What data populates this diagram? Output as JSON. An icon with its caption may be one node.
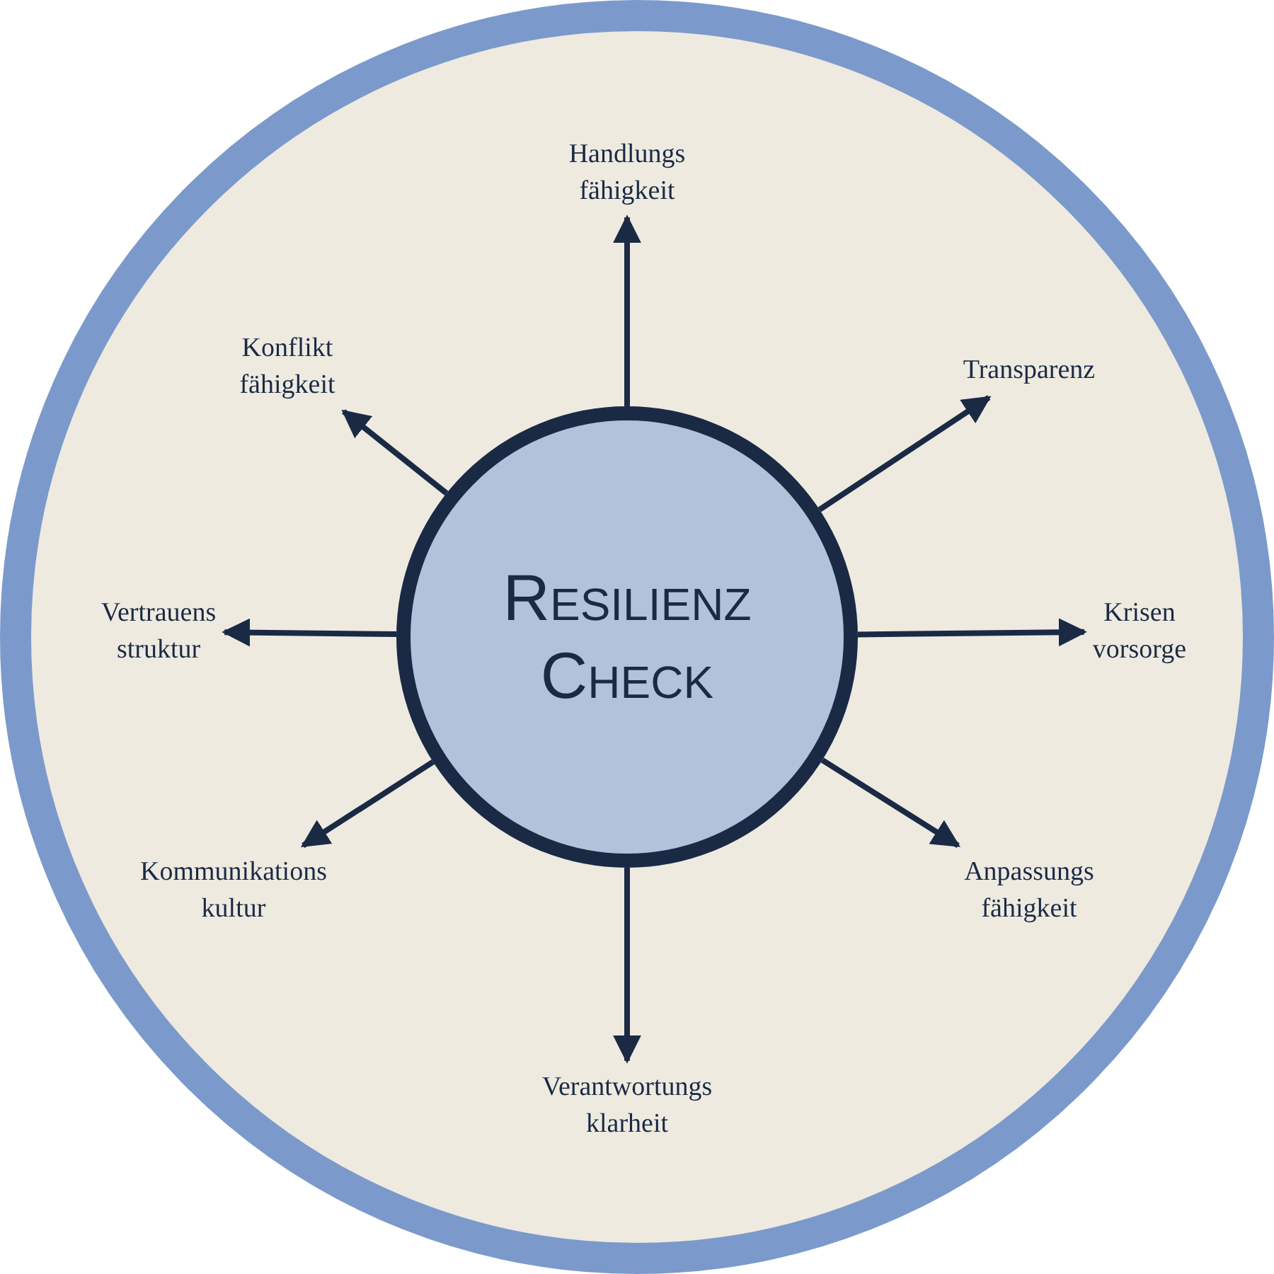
{
  "diagram": {
    "nodes": [
      {
        "text": [],
        "shape": "circle"
      },
      {
        "text": [
          "Resilienz Check"
        ],
        "in": 0
      },
      {
        "text": [
          "Handlungs fähigkeit"
        ],
        "in": 0
      },
      {
        "text": [
          "Konflikt fähigkeit"
        ],
        "in": 0
      },
      {
        "text": [
          "Transparenz"
        ],
        "in": 0
      },
      {
        "text": [
          "Vertrauens struktur"
        ],
        "in": 0
      },
      {
        "text": [
          "Krisen vorsorge"
        ],
        "in": 0
      },
      {
        "text": [
          "Kommunikations kultur"
        ],
        "in": 0
      },
      {
        "text": [
          "Anpassungs fähigkeit"
        ],
        "in": 0
      },
      {
        "text": [
          "Verantwortungs klarheit"
        ],
        "in": 0
      }
    ],
    "edges": [
      {
        "from": 1,
        "to": 2,
        "arrow": "to"
      },
      {
        "from": 1,
        "to": 3,
        "arrow": "to"
      },
      {
        "from": 1,
        "to": 4,
        "arrow": "to"
      },
      {
        "from": 1,
        "to": 5,
        "arrow": "to"
      },
      {
        "from": 1,
        "to": 6,
        "arrow": "to"
      },
      {
        "from": 1,
        "to": 7,
        "arrow": "to"
      },
      {
        "from": 1,
        "to": 8,
        "arrow": "to"
      },
      {
        "from": 1,
        "to": 9,
        "arrow": "to"
      }
    ]
  }
}
